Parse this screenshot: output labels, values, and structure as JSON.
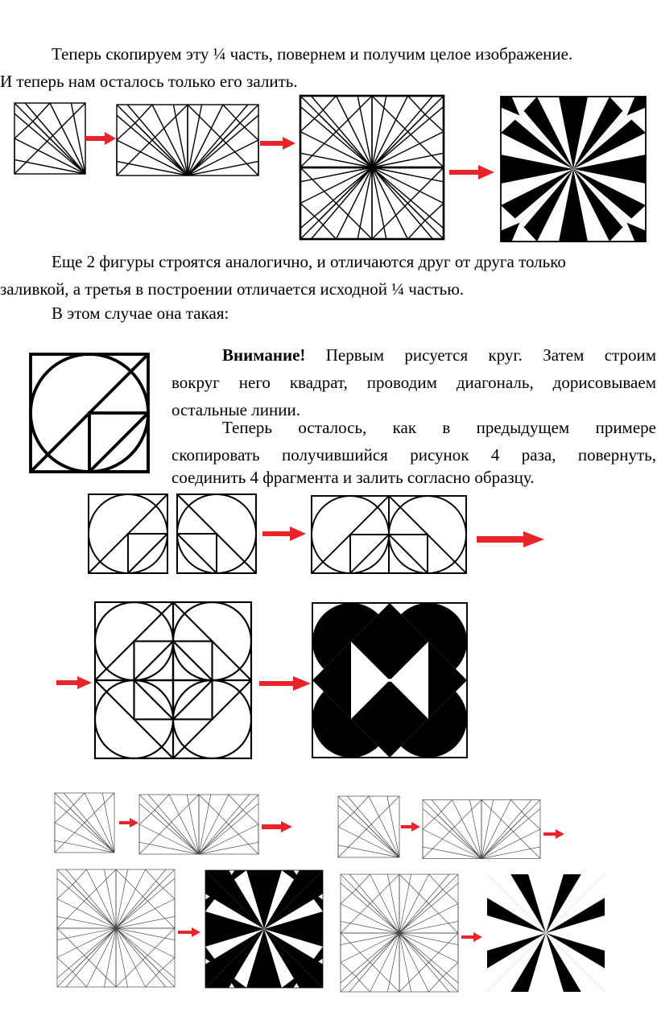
{
  "text": {
    "p1_line1": "Теперь скопируем эту ¼ часть, повернем и получим целое изображение.",
    "p1_line2": "И теперь нам осталось только его залить.",
    "p2_line1": "Еще 2 фигуры строятся аналогично, и отличаются друг от друга только",
    "p2_line2": "заливкой, а третья в построении отличается исходной ¼ частью.",
    "p3": "В этом случае она такая:",
    "attention_label": "Внимание!",
    "attention_line1": "Первым рисуется круг. Затем строим",
    "attention_line2": "вокруг него квадрат, проводим диагональ, дорисовываем",
    "attention_line3": "остальные линии.",
    "next_line1": "Теперь осталось, как в предыдущем примере",
    "next_line2": "скопировать получившийся рисунок 4 раза, повернуть,",
    "next_line3": "соединить 4 фрагмента и залить согласно образцу."
  },
  "colors": {
    "arrow": "#e8232a",
    "ink": "#000000",
    "paper": "#ffffff"
  },
  "figures": {
    "row1": [
      "quarter-star-square",
      "half-star-pair",
      "full-star-outline",
      "full-star-filled"
    ],
    "circle_part": [
      "circle-quarter",
      "circle-pair",
      "circle-full-outline",
      "circle-full-filled"
    ],
    "bottom": [
      "variant-a-quarter",
      "variant-a-half",
      "variant-a-full",
      "variant-a-filled",
      "variant-b-quarter",
      "variant-b-half",
      "variant-b-full",
      "variant-b-filled"
    ],
    "arrow_icon": "red-arrow-icon"
  }
}
